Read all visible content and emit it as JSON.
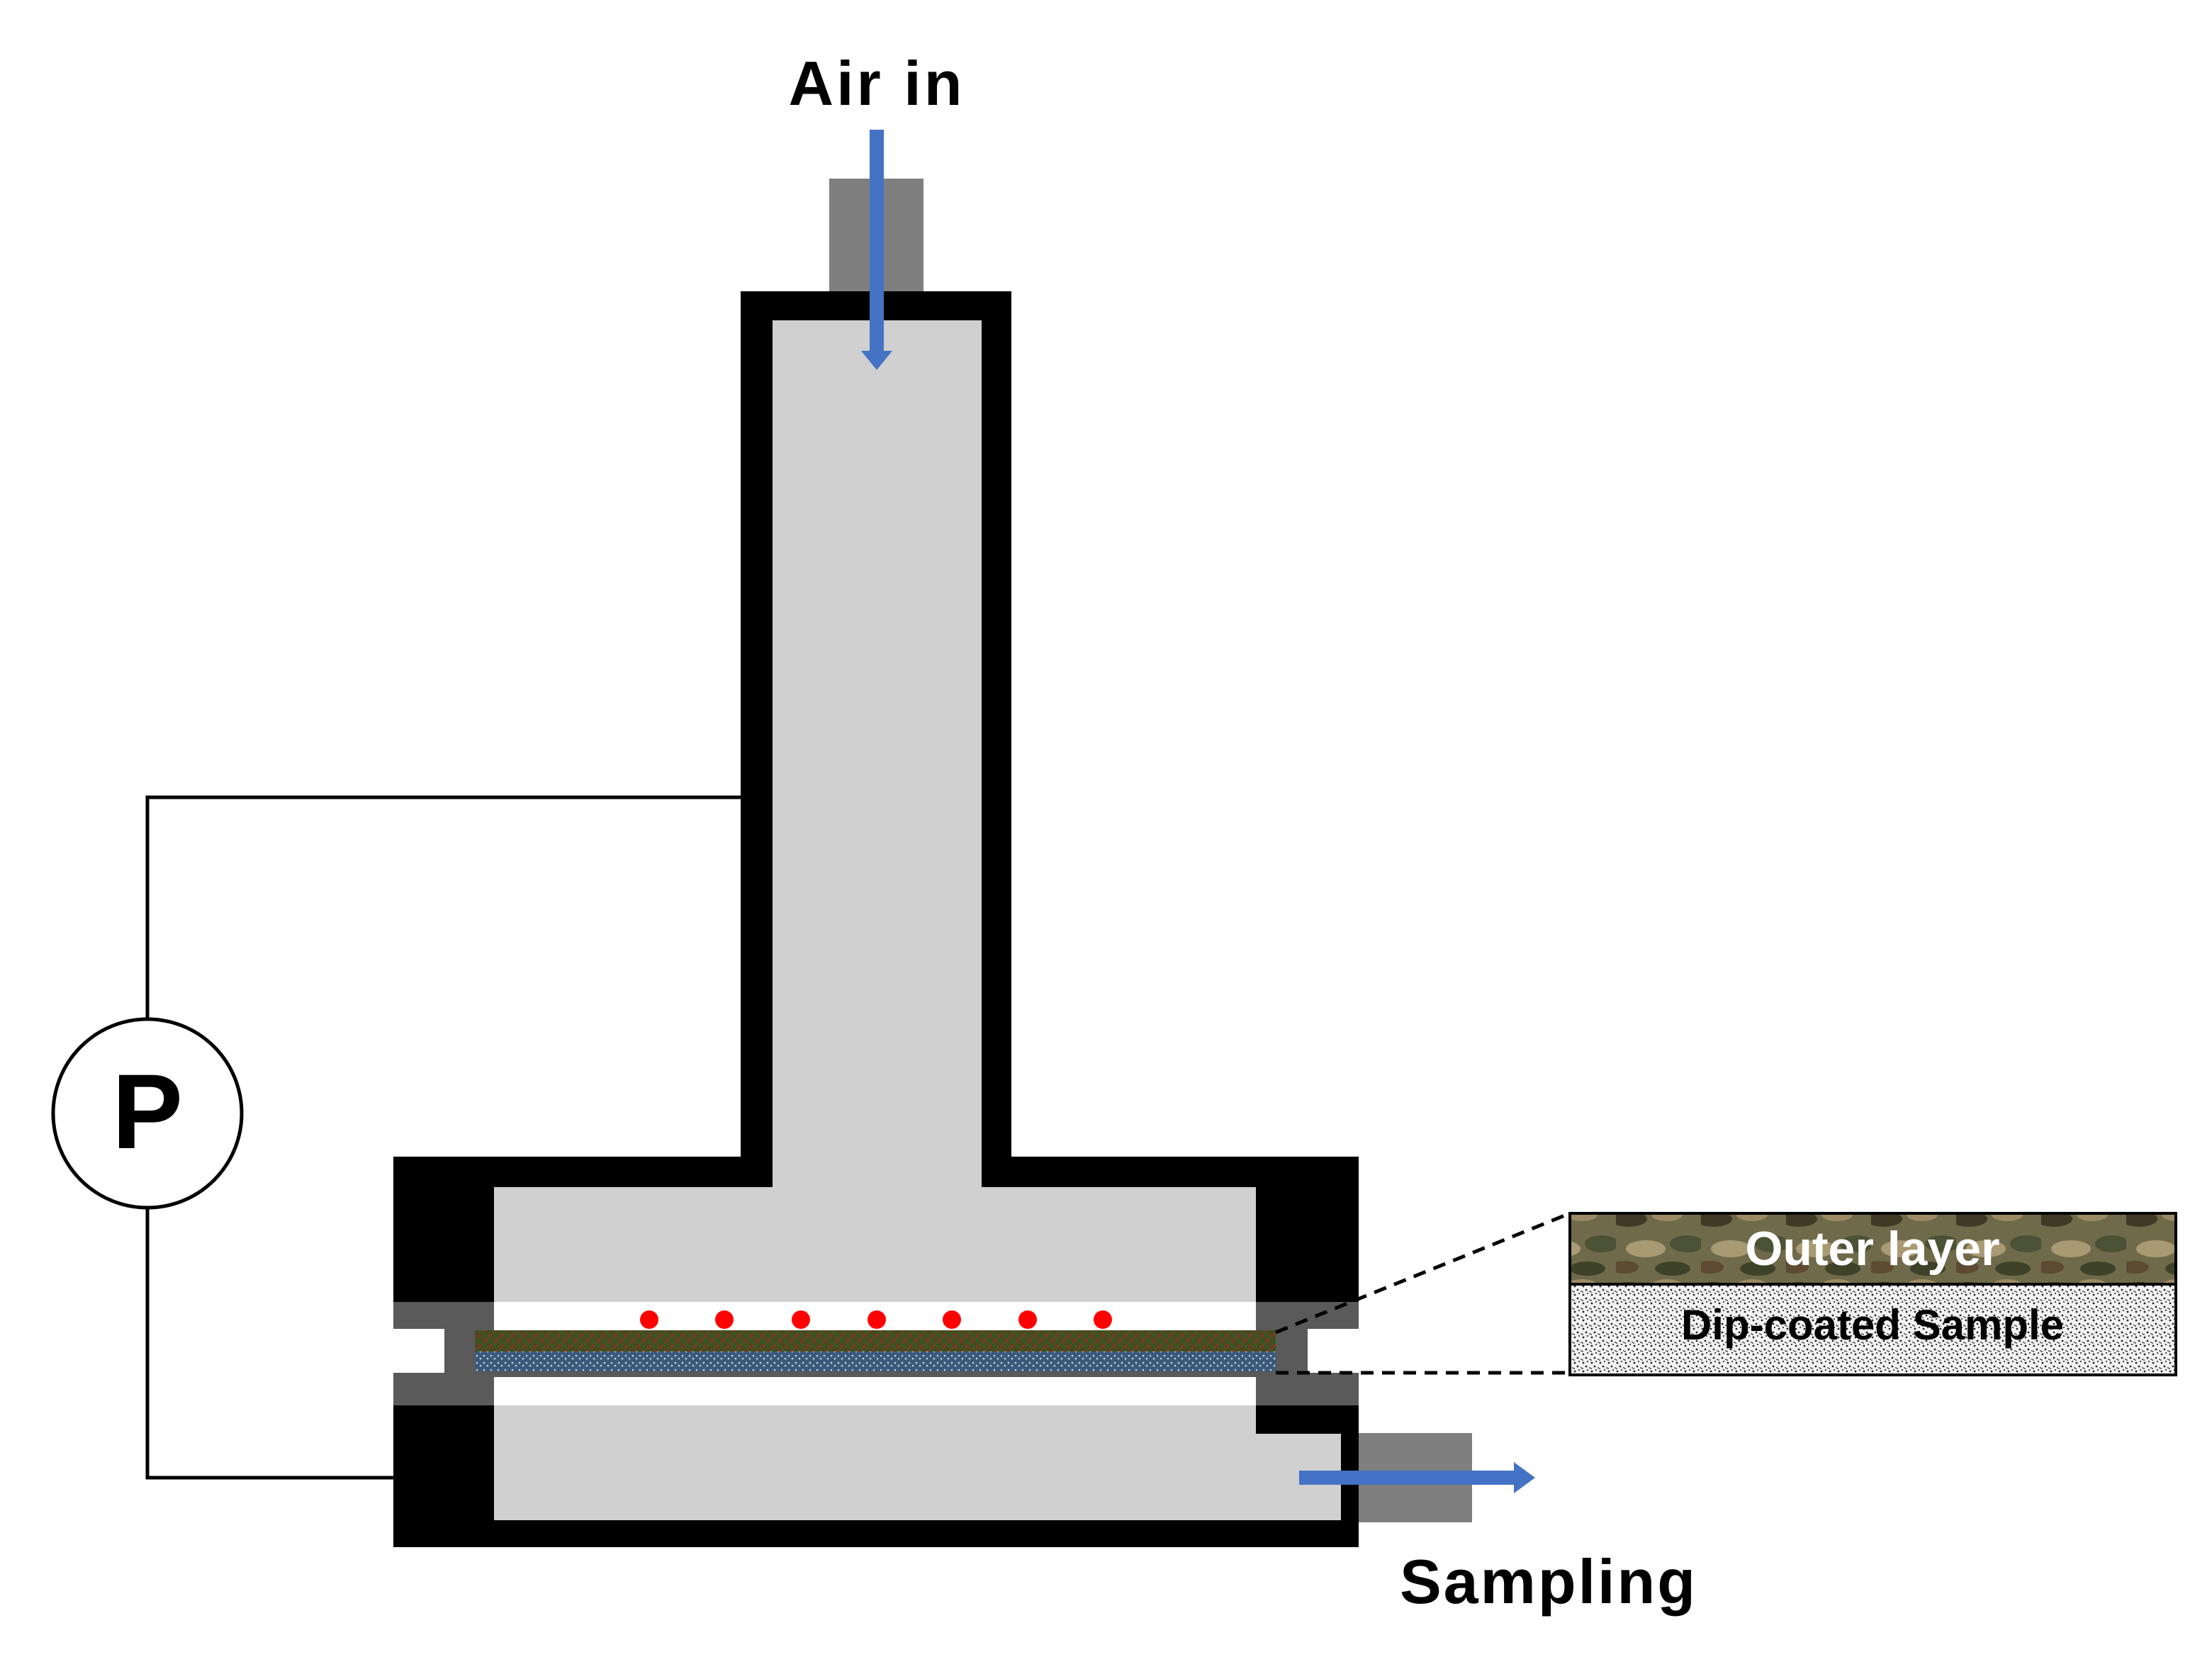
{
  "labels": {
    "air_in": "Air in",
    "sampling": "Sampling",
    "pressure_gauge": "P",
    "outer_layer": "Outer layer",
    "dip_coated_sample": "Dip-coated Sample"
  },
  "colors": {
    "chamber_wall": "#000000",
    "chamber_fill": "#d1d0d1",
    "port_fitting": "#7f7f7f",
    "flow_arrow": "#4472c4",
    "particles": "#ff0000",
    "gasket": "#5a5a5a",
    "sample_top": "#4b4a1e",
    "sample_bottom": "#3b5a7a"
  },
  "icons": {
    "air_arrow": "down-arrow-icon",
    "sampling_arrow": "right-arrow-icon",
    "gauge": "pressure-gauge-icon",
    "particle": "particle-dot-icon"
  }
}
